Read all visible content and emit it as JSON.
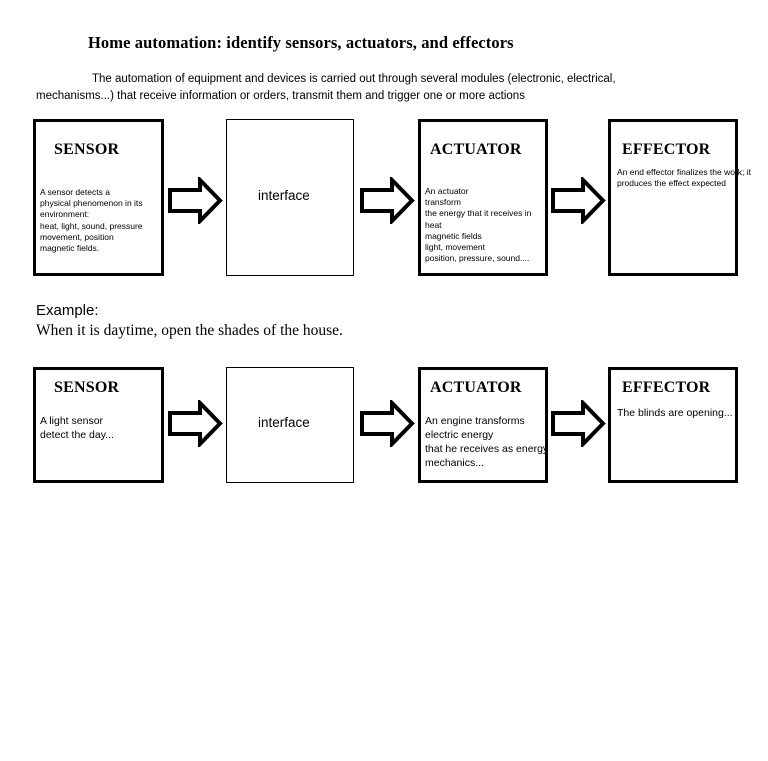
{
  "page": {
    "title": "Home automation: identify sensors, actuators, and effectors",
    "intro": "The automation of equipment and devices is carried out through several modules (electronic, electrical, mechanisms...) that receive information or orders, transmit them and trigger one or more actions",
    "background_color": "#ffffff",
    "line_color": "#000000"
  },
  "example": {
    "label": "Example:",
    "text": "When it is daytime, open the shades of the house."
  },
  "row1": {
    "sensor": {
      "title": "SENSOR",
      "body": "A sensor detects a\nphysical phenomenon in its\nenvironment:\nheat, light, sound, pressure\nmovement, position\nmagnetic fields."
    },
    "interface": {
      "label": "interface"
    },
    "actuator": {
      "title": "ACTUATOR",
      "body": "An actuator\ntransform\nthe energy that it receives in\nheat\nmagnetic fields\nlight,  movement\nposition, pressure, sound...."
    },
    "effector": {
      "title": "EFFECTOR",
      "body": "An end effector finalizes the work; it produces the effect expected"
    },
    "arrows": [
      "arrow-right-icon",
      "arrow-right-icon",
      "arrow-right-icon"
    ]
  },
  "row2": {
    "sensor": {
      "title": "SENSOR",
      "body": "A light sensor\ndetect the day..."
    },
    "interface": {
      "label": "interface"
    },
    "actuator": {
      "title": "ACTUATOR",
      "body": "An engine transforms\nelectric energy\nthat he receives as energy\nmechanics..."
    },
    "effector": {
      "title": "EFFECTOR",
      "body": "The blinds are opening..."
    },
    "arrows": [
      "arrow-right-icon",
      "arrow-right-icon",
      "arrow-right-icon"
    ]
  }
}
